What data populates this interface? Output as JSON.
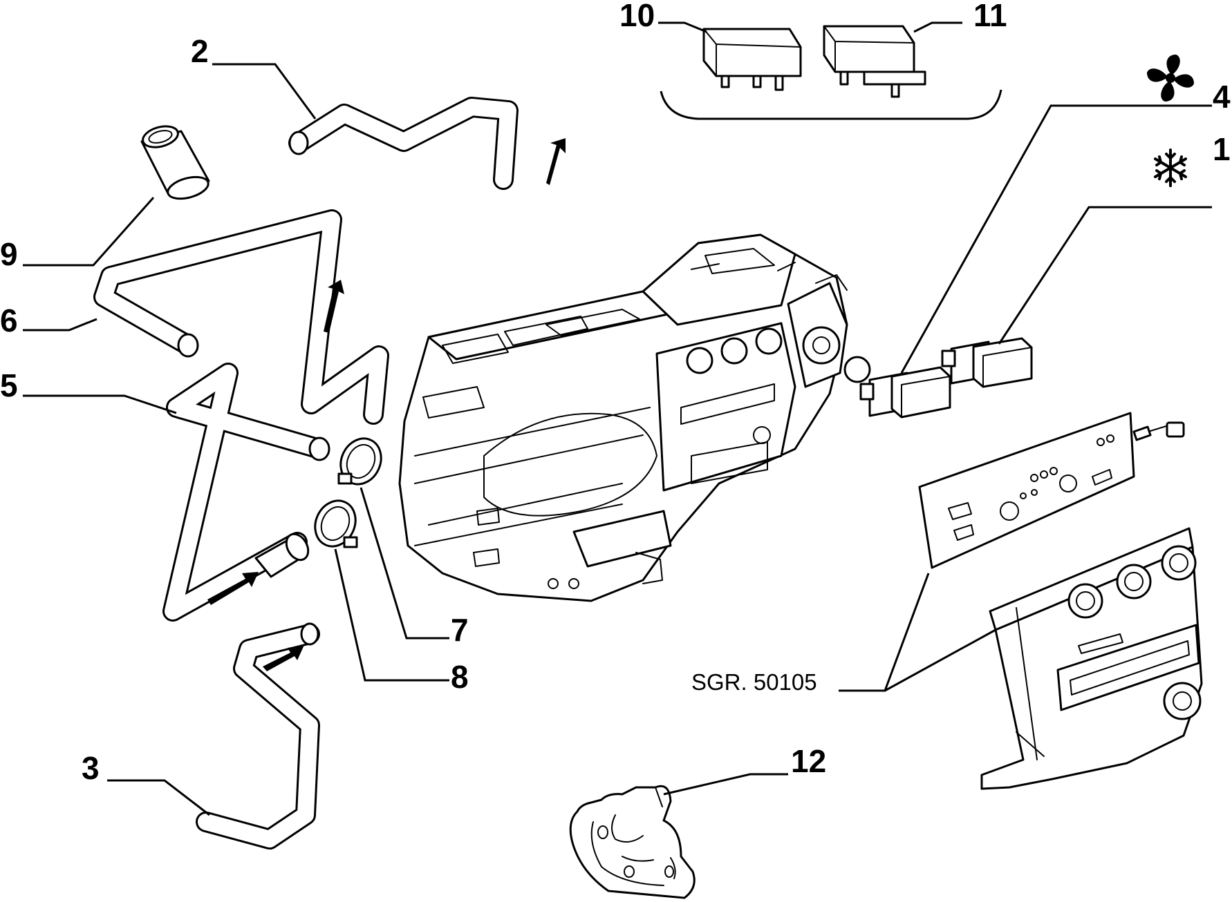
{
  "diagram": {
    "reference_code": "SGR. 50105",
    "callouts": {
      "n1": "1",
      "n2": "2",
      "n3": "3",
      "n4": "4",
      "n5": "5",
      "n6": "6",
      "n7": "7",
      "n8": "8",
      "n9": "9",
      "n10": "10",
      "n11": "11",
      "n12": "12"
    },
    "symbols": {
      "fan": "fan-icon",
      "snowflake": "snowflake-icon",
      "flow_arrow": "flow-arrow-icon"
    }
  }
}
